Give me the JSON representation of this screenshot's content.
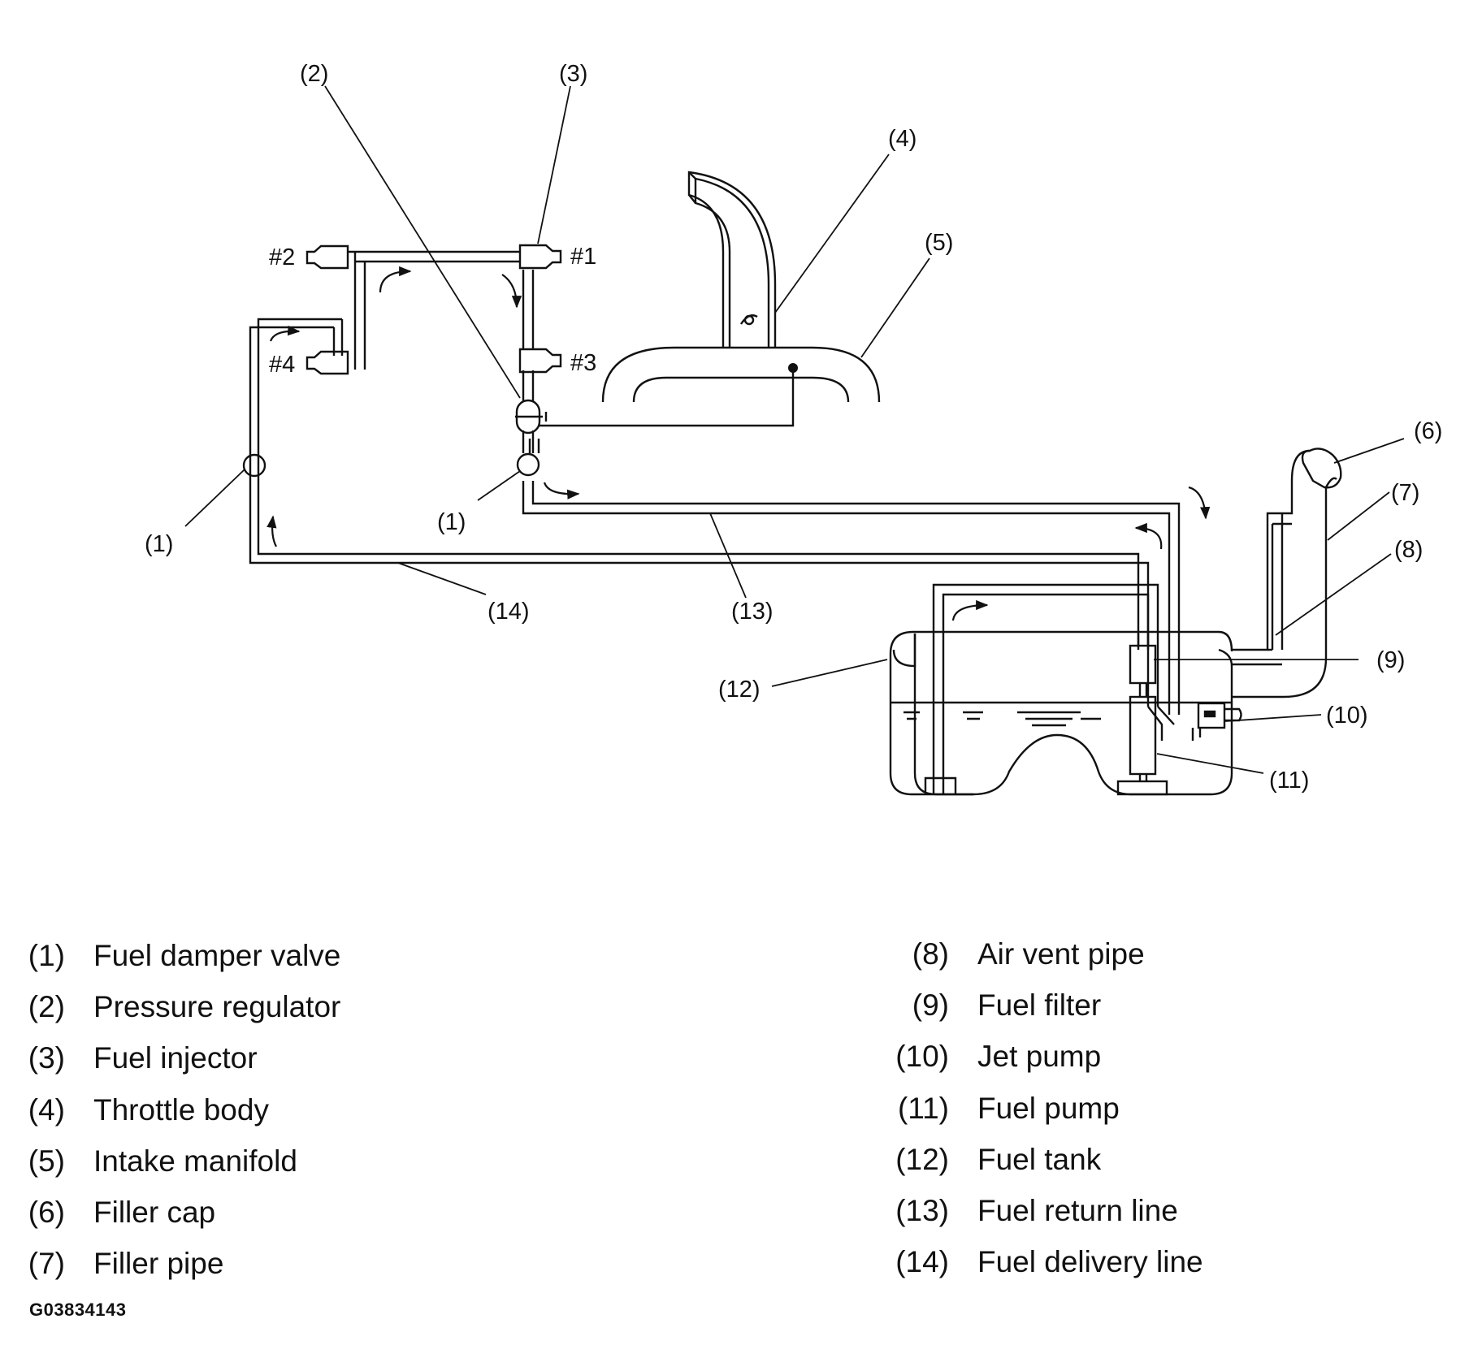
{
  "diagram": {
    "callouts": {
      "c1_left": "(1)",
      "c1_mid": "(1)",
      "c2": "(2)",
      "c3": "(3)",
      "c4": "(4)",
      "c5": "(5)",
      "c6": "(6)",
      "c7": "(7)",
      "c8": "(8)",
      "c9": "(9)",
      "c10": "(10)",
      "c11": "(11)",
      "c12": "(12)",
      "c13": "(13)",
      "c14": "(14)"
    },
    "cylinders": {
      "cyl1": "#1",
      "cyl2": "#2",
      "cyl3": "#3",
      "cyl4": "#4"
    }
  },
  "legend": {
    "left": [
      {
        "num": "(1)",
        "text": "Fuel damper valve"
      },
      {
        "num": "(2)",
        "text": "Pressure regulator"
      },
      {
        "num": "(3)",
        "text": "Fuel injector"
      },
      {
        "num": "(4)",
        "text": "Throttle body"
      },
      {
        "num": "(5)",
        "text": "Intake manifold"
      },
      {
        "num": "(6)",
        "text": "Filler cap"
      },
      {
        "num": "(7)",
        "text": "Filler pipe"
      }
    ],
    "right": [
      {
        "num": "(8)",
        "text": "Air vent pipe"
      },
      {
        "num": "(9)",
        "text": "Fuel filter"
      },
      {
        "num": "(10)",
        "text": "Jet pump"
      },
      {
        "num": "(11)",
        "text": "Fuel pump"
      },
      {
        "num": "(12)",
        "text": "Fuel tank"
      },
      {
        "num": "(13)",
        "text": "Fuel return line"
      },
      {
        "num": "(14)",
        "text": "Fuel delivery line"
      }
    ]
  },
  "figure_code": "G03834143"
}
